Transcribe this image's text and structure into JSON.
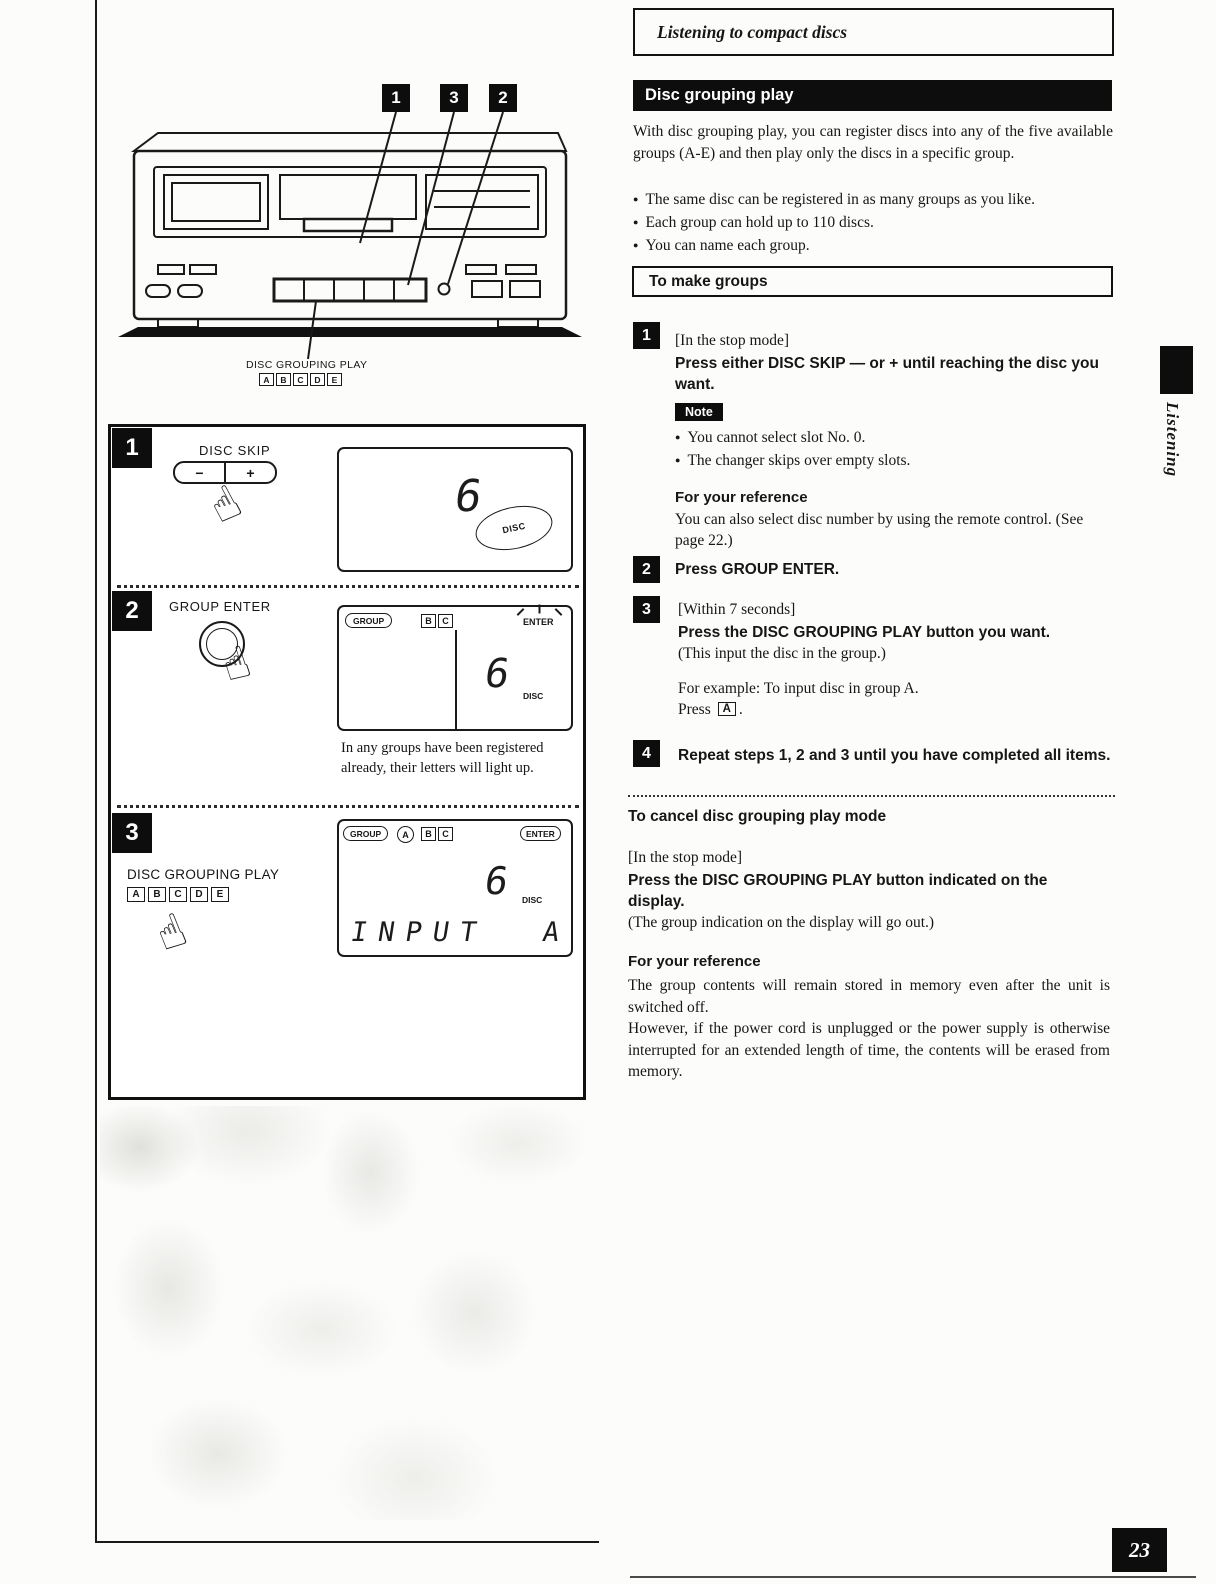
{
  "colors": {
    "ink": "#161616",
    "paper": "#fcfcfa"
  },
  "icons": {
    "pointing_hand": "☝"
  },
  "page": {
    "number": "23",
    "side_tab": "Listening"
  },
  "right": {
    "header_box": "Listening to compact discs",
    "section_bar": "Disc grouping play",
    "intro": "With disc grouping play, you can register discs into any of the five available groups (A-E) and then play only the discs in a specific group.",
    "intro_bullets": [
      "The same disc can be registered in as many groups as you like.",
      "Each group can hold up to 110 discs.",
      "You can name each group."
    ],
    "make_groups_title": "To make groups",
    "steps": [
      {
        "num": "1",
        "pre": "[In the stop mode]",
        "bold": "Press either DISC SKIP — or + until reaching the disc you want.",
        "note_label": "Note",
        "note_bullets": [
          "You cannot select slot No. 0.",
          "The changer skips over empty slots."
        ],
        "ref_title": "For your reference",
        "ref_text": "You can also select disc number by using the remote control. (See page 22.)"
      },
      {
        "num": "2",
        "bold": "Press GROUP ENTER."
      },
      {
        "num": "3",
        "pre": "[Within 7 seconds]",
        "bold": "Press the DISC GROUPING PLAY button you want.",
        "sub": "(This input the disc in the group.)",
        "example_line1": "For example: To input disc in group A.",
        "example_pre": "Press",
        "example_key": "A",
        "example_post": "."
      },
      {
        "num": "4",
        "bold": "Repeat steps 1, 2 and 3 until you have completed all items."
      }
    ],
    "cancel": {
      "title": "To cancel disc grouping play mode",
      "pre": "[In the stop mode]",
      "bold": "Press the DISC GROUPING PLAY button indicated on the display.",
      "sub": "(The group indication on the display will go out.)"
    },
    "reference": {
      "title": "For your reference",
      "p1": "The group contents will remain stored in memory even after the unit is switched off.",
      "p2": "However, if the power cord is unplugged or the power supply is otherwise interrupted for an extended length of time, the contents will be erased from memory."
    }
  },
  "diagram": {
    "callouts": [
      "1",
      "3",
      "2"
    ],
    "device_label": "DISC GROUPING PLAY",
    "group_keys": [
      "A",
      "B",
      "C",
      "D",
      "E"
    ],
    "step1": {
      "num": "1",
      "label": "DISC SKIP",
      "minus": "−",
      "plus": "+",
      "digit": "6",
      "disc": "DISC"
    },
    "step2": {
      "num": "2",
      "label": "GROUP ENTER",
      "display": {
        "group": "GROUP",
        "lit": [
          "B",
          "C"
        ],
        "enter": "ENTER",
        "digit": "6",
        "disc": "DISC"
      },
      "caption": "In any groups have been registered already, their letters will light up."
    },
    "step3": {
      "num": "3",
      "label": "DISC GROUPING PLAY",
      "display": {
        "group": "GROUP",
        "selected": "A",
        "lit": [
          "B",
          "C"
        ],
        "enter": "ENTER",
        "digit": "6",
        "disc": "DISC",
        "input": "INPUT",
        "input_group": "A"
      }
    }
  }
}
